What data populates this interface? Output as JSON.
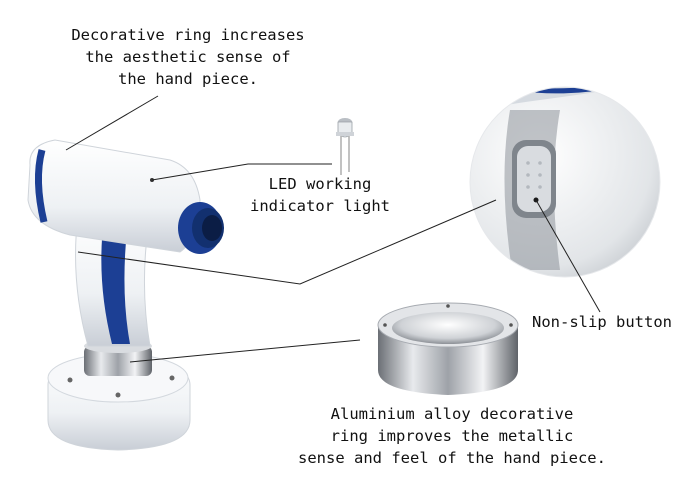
{
  "labels": {
    "decorative_ring": "Decorative ring increases\nthe aesthetic sense of\nthe hand piece.",
    "led": "LED working\nindicator light",
    "non_slip": "Non-slip button",
    "aluminium": "Aluminium alloy decorative\nring improves the metallic\nsense and feel of the hand piece."
  },
  "colors": {
    "accent_blue": "#1c3f94",
    "body_white": "#f4f6f8",
    "metal": "#b8bcc2",
    "line": "#222222"
  },
  "icons": [
    "handpiece-illustration",
    "led-component",
    "button-closeup",
    "aluminium-ring"
  ]
}
